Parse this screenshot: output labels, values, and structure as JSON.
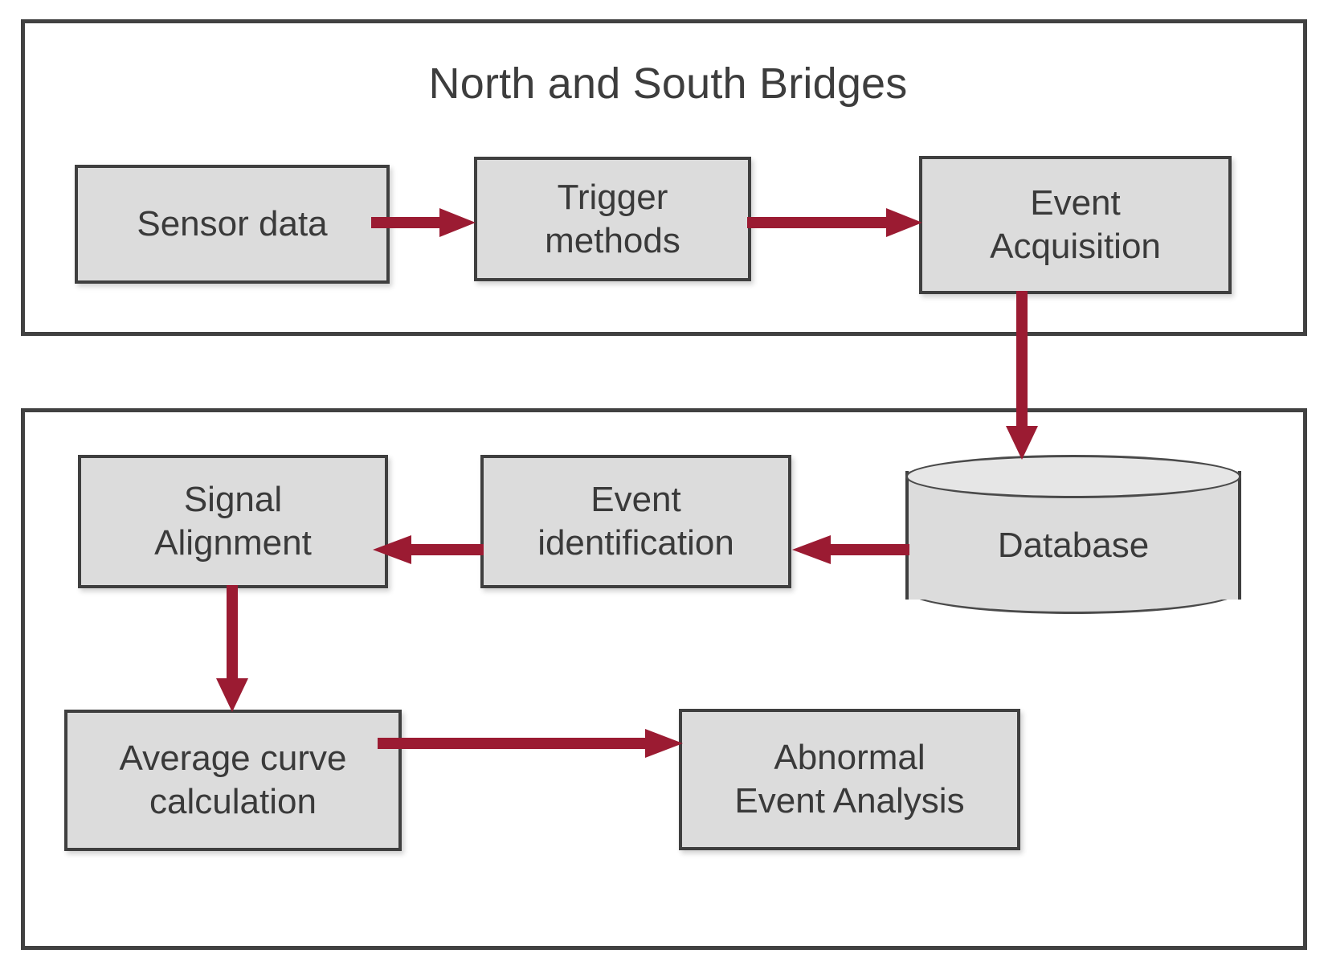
{
  "diagram": {
    "title_top": "North and South Bridges",
    "colors": {
      "arrow": "#9B1B32",
      "node_fill": "#DCDCDC",
      "node_border": "#3F3F3F",
      "frame_border": "#414141",
      "text": "#3A3A3A",
      "background": "#FFFFFF"
    },
    "groups": [
      {
        "id": "north-south-bridges",
        "label": "North and South Bridges"
      },
      {
        "id": "processing-group",
        "label": ""
      }
    ],
    "nodes": [
      {
        "id": "sensor-data",
        "shape": "rect",
        "lines": [
          "Sensor data"
        ]
      },
      {
        "id": "trigger-methods",
        "shape": "rect",
        "lines": [
          "Trigger",
          "methods"
        ]
      },
      {
        "id": "event-acquisition",
        "shape": "rect",
        "lines": [
          "Event",
          "Acquisition"
        ]
      },
      {
        "id": "database",
        "shape": "cylinder",
        "lines": [
          "Database"
        ]
      },
      {
        "id": "event-identification",
        "shape": "rect",
        "lines": [
          "Event",
          "identification"
        ]
      },
      {
        "id": "signal-alignment",
        "shape": "rect",
        "lines": [
          "Signal",
          "Alignment"
        ]
      },
      {
        "id": "average-curve-calculation",
        "shape": "rect",
        "lines": [
          "Average curve",
          "calculation"
        ]
      },
      {
        "id": "abnormal-event-analysis",
        "shape": "rect",
        "lines": [
          "Abnormal",
          "Event Analysis"
        ]
      }
    ],
    "edges": [
      {
        "id": "e1",
        "from": "sensor-data",
        "to": "trigger-methods",
        "direction": "right",
        "label": ""
      },
      {
        "id": "e2",
        "from": "trigger-methods",
        "to": "event-acquisition",
        "direction": "right",
        "label": ""
      },
      {
        "id": "e3",
        "from": "event-acquisition",
        "to": "database",
        "direction": "down",
        "label": ""
      },
      {
        "id": "e4",
        "from": "database",
        "to": "event-identification",
        "direction": "left",
        "label": ""
      },
      {
        "id": "e5",
        "from": "event-identification",
        "to": "signal-alignment",
        "direction": "left",
        "label": ""
      },
      {
        "id": "e6",
        "from": "signal-alignment",
        "to": "average-curve-calculation",
        "direction": "down",
        "label": ""
      },
      {
        "id": "e7",
        "from": "average-curve-calculation",
        "to": "abnormal-event-analysis",
        "direction": "right",
        "label": ""
      }
    ]
  }
}
